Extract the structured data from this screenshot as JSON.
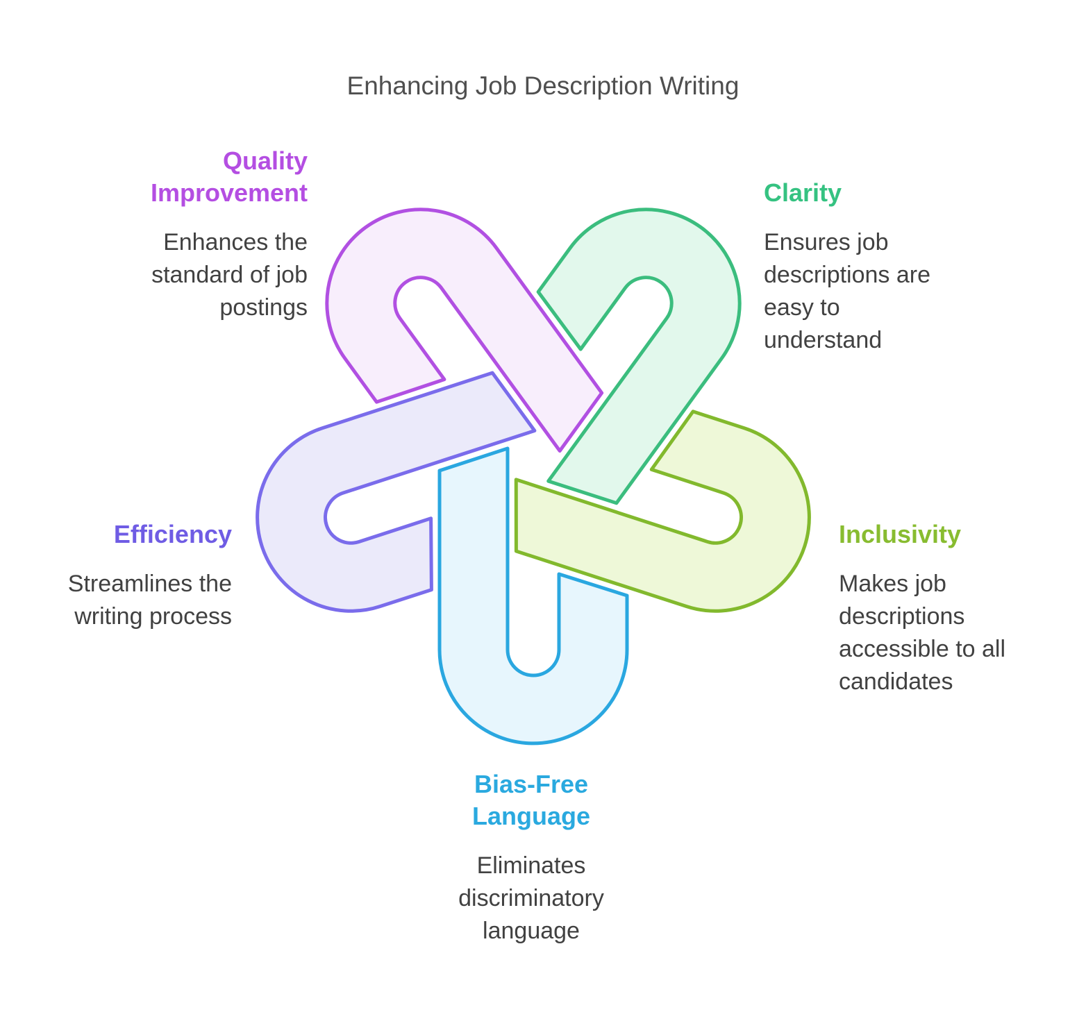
{
  "title": "Enhancing Job Description Writing",
  "colors": {
    "title_text": "#4f4f4f",
    "body_text": "#414141",
    "background": "#ffffff"
  },
  "items": [
    {
      "id": "quality-improvement",
      "name": "Quality\nImprovement",
      "description": "Enhances the\nstandard of job\npostings",
      "color": "#b44ee2",
      "shape_stroke": "#b150e2",
      "shape_fill": "#f8eefc"
    },
    {
      "id": "clarity",
      "name": "Clarity",
      "description": "Ensures job\ndescriptions are\neasy to\nunderstand",
      "color": "#35c281",
      "shape_stroke": "#3bbd7e",
      "shape_fill": "#e2f8ec"
    },
    {
      "id": "inclusivity",
      "name": "Inclusivity",
      "description": "Makes job\ndescriptions\naccessible to all\ncandidates",
      "color": "#88bc30",
      "shape_stroke": "#82b92d",
      "shape_fill": "#eef8d8"
    },
    {
      "id": "bias-free-language",
      "name": "Bias-Free\nLanguage",
      "description": "Eliminates\ndiscriminatory\nlanguage",
      "color": "#2aa9df",
      "shape_stroke": "#2aa7e0",
      "shape_fill": "#e7f6fd"
    },
    {
      "id": "efficiency",
      "name": "Efficiency",
      "description": "Streamlines the\nwriting process",
      "color": "#6f5ce4",
      "shape_stroke": "#7a6ceb",
      "shape_fill": "#ebeafa"
    }
  ]
}
